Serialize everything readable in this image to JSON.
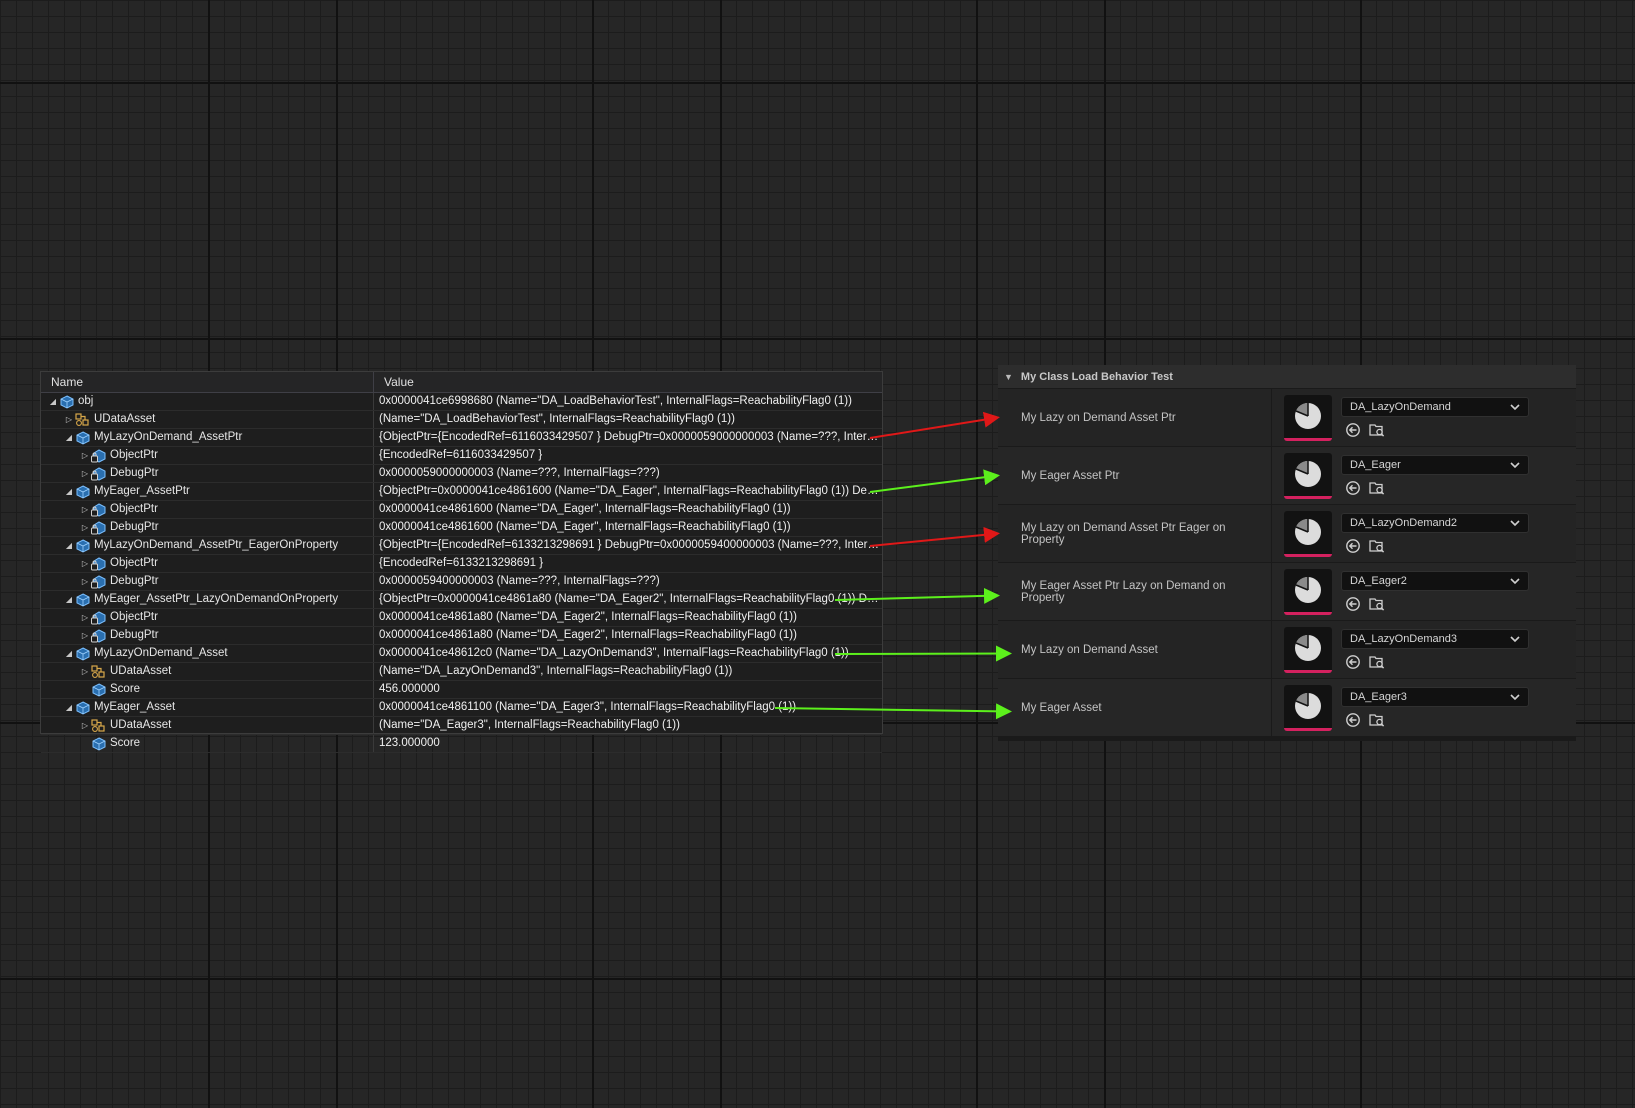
{
  "watch": {
    "columns": {
      "name": "Name",
      "value": "Value"
    },
    "rows": [
      {
        "name": "obj",
        "value": "0x0000041ce6998680 (Name=\"DA_LoadBehaviorTest\", InternalFlags=ReachabilityFlag0 (1))",
        "depth": 0,
        "expander": "expanded",
        "icon": "object-icon"
      },
      {
        "name": "UDataAsset",
        "value": "(Name=\"DA_LoadBehaviorTest\", InternalFlags=ReachabilityFlag0 (1))",
        "depth": 1,
        "expander": "collapsed",
        "icon": "base-class-icon"
      },
      {
        "name": "MyLazyOnDemand_AssetPtr",
        "value": "{ObjectPtr={EncodedRef=6116033429507 } DebugPtr=0x0000059000000003 (Name=???, Internal...",
        "depth": 1,
        "expander": "expanded",
        "icon": "object-icon"
      },
      {
        "name": "ObjectPtr",
        "value": "{EncodedRef=6116033429507 }",
        "depth": 2,
        "expander": "collapsed",
        "icon": "private-field-icon"
      },
      {
        "name": "DebugPtr",
        "value": "0x0000059000000003 (Name=???, InternalFlags=???)",
        "depth": 2,
        "expander": "collapsed",
        "icon": "private-field-icon"
      },
      {
        "name": "MyEager_AssetPtr",
        "value": "{ObjectPtr=0x0000041ce4861600 (Name=\"DA_Eager\", InternalFlags=ReachabilityFlag0 (1)) Debug...",
        "depth": 1,
        "expander": "expanded",
        "icon": "object-icon"
      },
      {
        "name": "ObjectPtr",
        "value": "0x0000041ce4861600 (Name=\"DA_Eager\", InternalFlags=ReachabilityFlag0 (1))",
        "depth": 2,
        "expander": "collapsed",
        "icon": "private-field-icon"
      },
      {
        "name": "DebugPtr",
        "value": "0x0000041ce4861600 (Name=\"DA_Eager\", InternalFlags=ReachabilityFlag0 (1))",
        "depth": 2,
        "expander": "collapsed",
        "icon": "private-field-icon"
      },
      {
        "name": "MyLazyOnDemand_AssetPtr_EagerOnProperty",
        "value": "{ObjectPtr={EncodedRef=6133213298691 } DebugPtr=0x0000059400000003 (Name=???, Internal...",
        "depth": 1,
        "expander": "expanded",
        "icon": "object-icon"
      },
      {
        "name": "ObjectPtr",
        "value": "{EncodedRef=6133213298691 }",
        "depth": 2,
        "expander": "collapsed",
        "icon": "private-field-icon"
      },
      {
        "name": "DebugPtr",
        "value": "0x0000059400000003 (Name=???, InternalFlags=???)",
        "depth": 2,
        "expander": "collapsed",
        "icon": "private-field-icon"
      },
      {
        "name": "MyEager_AssetPtr_LazyOnDemandOnProperty",
        "value": "{ObjectPtr=0x0000041ce4861a80 (Name=\"DA_Eager2\", InternalFlags=ReachabilityFlag0 (1)) Debu...",
        "depth": 1,
        "expander": "expanded",
        "icon": "object-icon"
      },
      {
        "name": "ObjectPtr",
        "value": "0x0000041ce4861a80 (Name=\"DA_Eager2\", InternalFlags=ReachabilityFlag0 (1))",
        "depth": 2,
        "expander": "collapsed",
        "icon": "private-field-icon"
      },
      {
        "name": "DebugPtr",
        "value": "0x0000041ce4861a80 (Name=\"DA_Eager2\", InternalFlags=ReachabilityFlag0 (1))",
        "depth": 2,
        "expander": "collapsed",
        "icon": "private-field-icon"
      },
      {
        "name": "MyLazyOnDemand_Asset",
        "value": "0x0000041ce48612c0 (Name=\"DA_LazyOnDemand3\", InternalFlags=ReachabilityFlag0 (1))",
        "depth": 1,
        "expander": "expanded",
        "icon": "object-icon"
      },
      {
        "name": "UDataAsset",
        "value": "(Name=\"DA_LazyOnDemand3\", InternalFlags=ReachabilityFlag0 (1))",
        "depth": 2,
        "expander": "collapsed",
        "icon": "base-class-icon"
      },
      {
        "name": "Score",
        "value": "456.000000",
        "depth": 2,
        "expander": "none",
        "icon": "field-icon"
      },
      {
        "name": "MyEager_Asset",
        "value": "0x0000041ce4861100 (Name=\"DA_Eager3\", InternalFlags=ReachabilityFlag0 (1))",
        "depth": 1,
        "expander": "expanded",
        "icon": "object-icon"
      },
      {
        "name": "UDataAsset",
        "value": "(Name=\"DA_Eager3\", InternalFlags=ReachabilityFlag0 (1))",
        "depth": 2,
        "expander": "collapsed",
        "icon": "base-class-icon"
      },
      {
        "name": "Score",
        "value": "123.000000",
        "depth": 2,
        "expander": "none",
        "icon": "field-icon"
      }
    ]
  },
  "details": {
    "category": "My Class Load Behavior Test",
    "properties": [
      {
        "label": "My Lazy on Demand Asset Ptr",
        "asset": "DA_LazyOnDemand"
      },
      {
        "label": "My Eager Asset Ptr",
        "asset": "DA_Eager"
      },
      {
        "label": "My Lazy on Demand Asset Ptr Eager on Property",
        "asset": "DA_LazyOnDemand2"
      },
      {
        "label": "My Eager Asset Ptr Lazy on Demand on Property",
        "asset": "DA_Eager2"
      },
      {
        "label": "My Lazy on Demand Asset",
        "asset": "DA_LazyOnDemand3"
      },
      {
        "label": "My Eager Asset",
        "asset": "DA_Eager3"
      }
    ]
  },
  "annotations": {
    "arrows": [
      {
        "row": 2,
        "prop": 0,
        "color": "#e01818"
      },
      {
        "row": 5,
        "prop": 1,
        "color": "#5cf01c"
      },
      {
        "row": 8,
        "prop": 2,
        "color": "#e01818"
      },
      {
        "row": 11,
        "prop": 3,
        "color": "#5cf01c"
      },
      {
        "row": 14,
        "prop": 4,
        "color": "#5cf01c"
      },
      {
        "row": 17,
        "prop": 5,
        "color": "#5cf01c"
      }
    ]
  },
  "colors": {
    "thumbnail_underline": "#d4215f",
    "object_icon": "#3f8fd6",
    "base_class_icon": "#d8a84a"
  }
}
